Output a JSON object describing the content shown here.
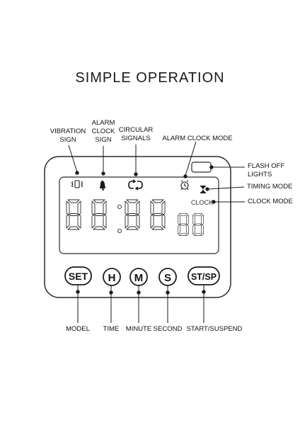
{
  "title": "SIMPLE OPERATION",
  "top_labels": {
    "vibration": [
      "VIBRATION",
      "SIGN"
    ],
    "alarm_clock": [
      "ALARM",
      "CLOCK",
      "SIGN"
    ],
    "circular": [
      "CIRCULAR",
      "SIGNALS"
    ],
    "alarm_mode": "ALARM CLOCK MODE"
  },
  "right_labels": {
    "flash": [
      "FLASH OFF",
      "LIGHTS"
    ],
    "timing": "TIMING MODE",
    "clock": "CLOCK MODE"
  },
  "display": {
    "clock_word": "CLOCK",
    "icons": [
      "vibration-icon",
      "bell-icon",
      "loop-icon",
      "alarm-clock-icon",
      "hourglass-icon"
    ]
  },
  "buttons": [
    {
      "key": "set",
      "text": "SET",
      "label": "MODEL"
    },
    {
      "key": "h",
      "text": "H",
      "label": "TIME"
    },
    {
      "key": "m",
      "text": "M",
      "label": "MINUTE"
    },
    {
      "key": "s",
      "text": "S",
      "label": "SECOND"
    },
    {
      "key": "stsp",
      "text": "ST/SP",
      "label": "START/SUSPEND"
    }
  ]
}
